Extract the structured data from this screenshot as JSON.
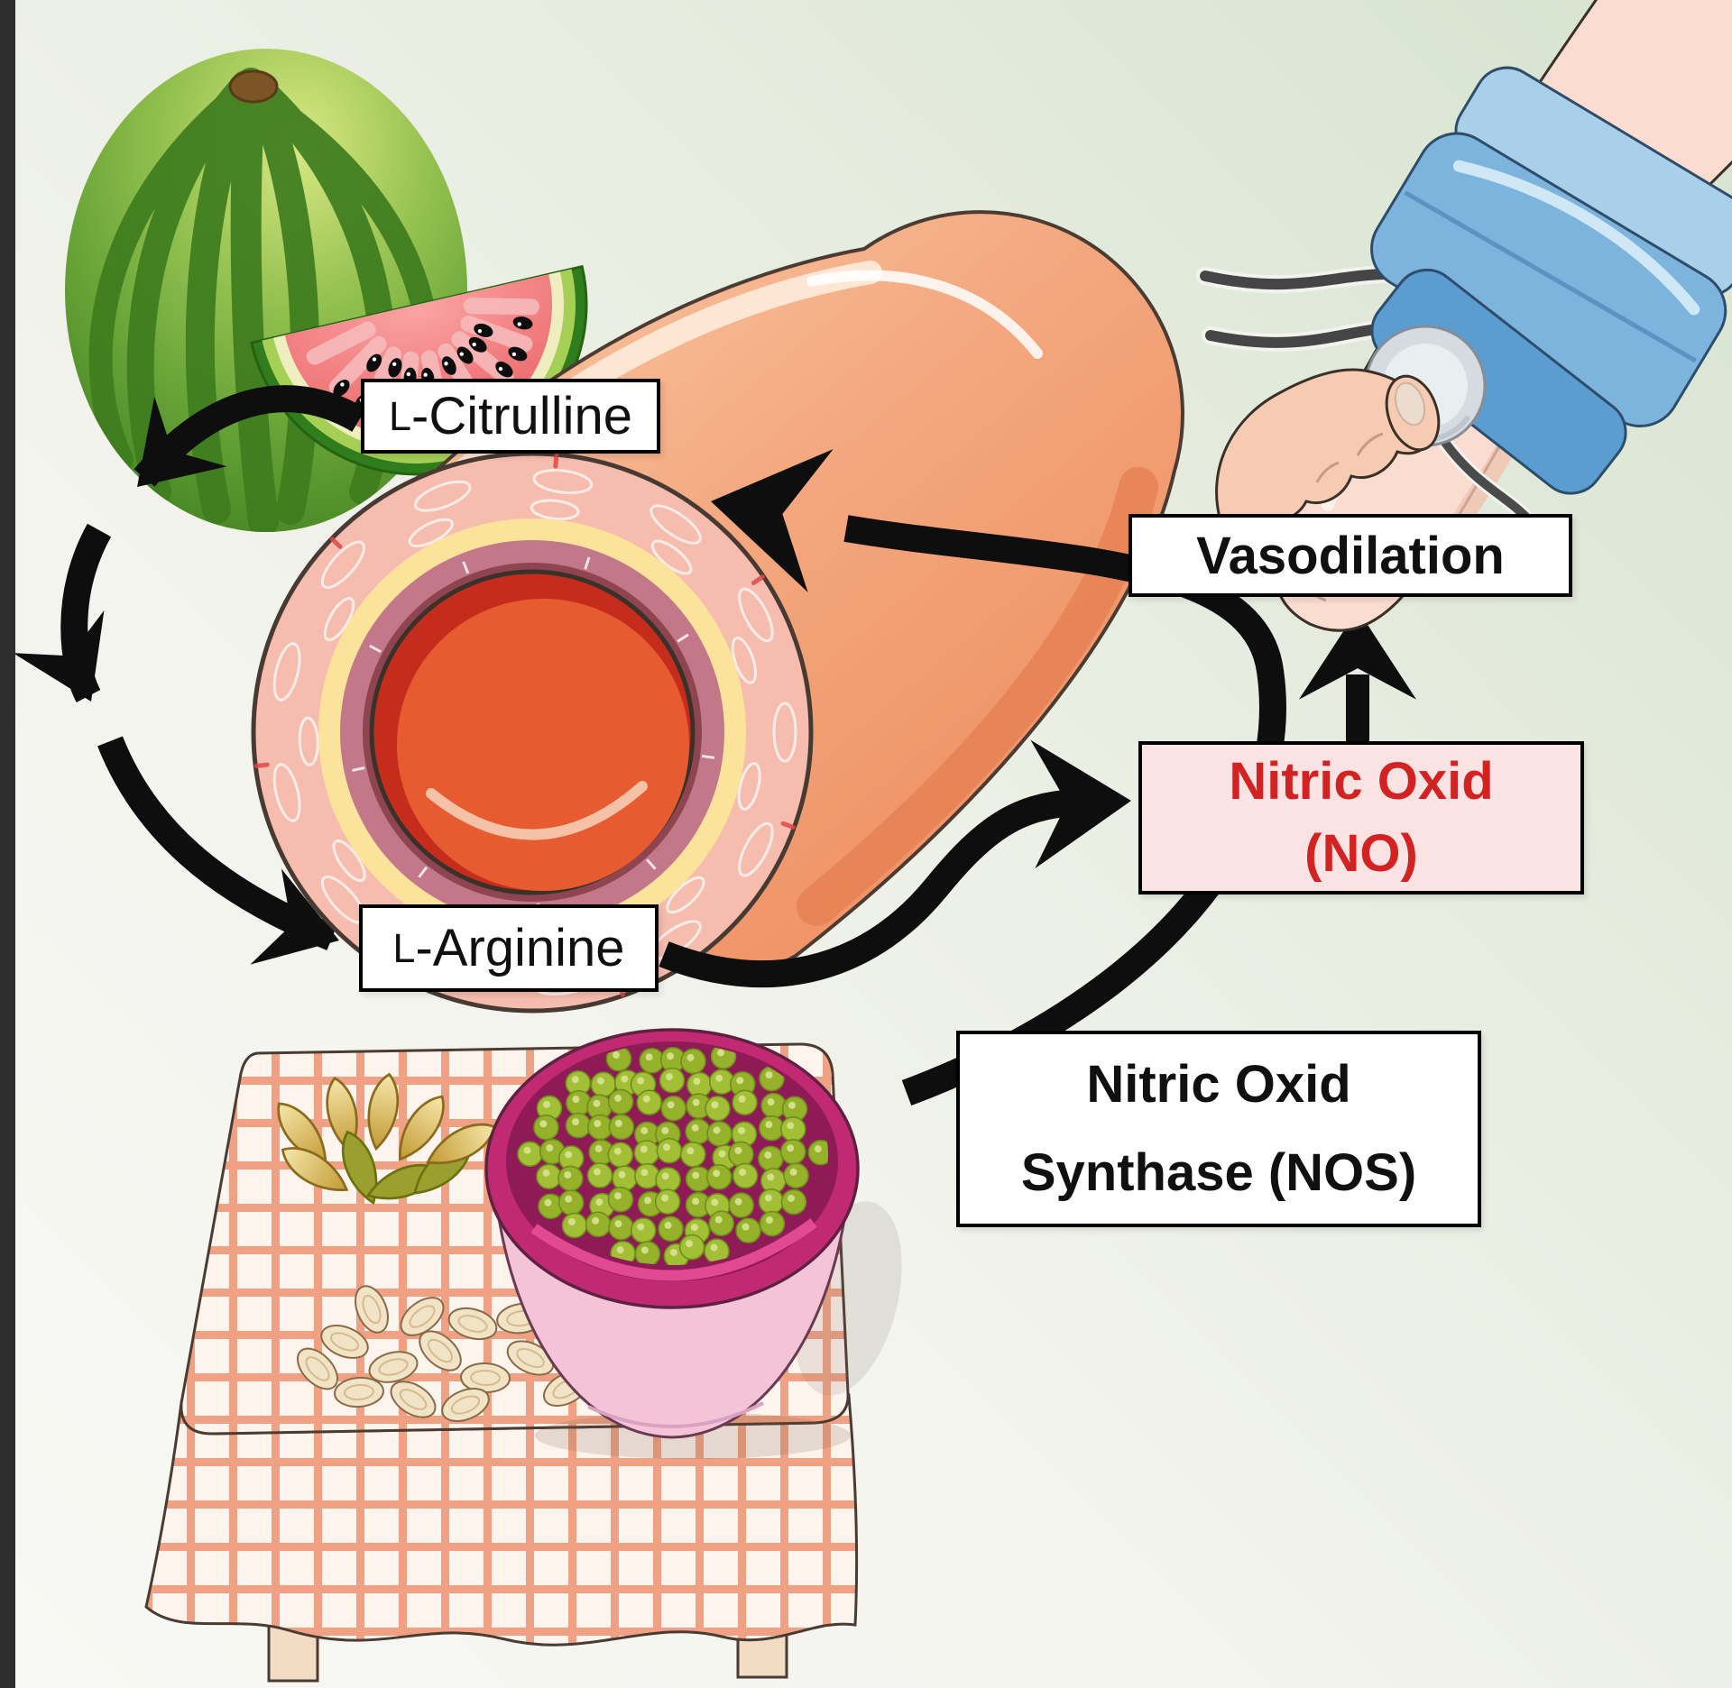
{
  "labels": {
    "citrulline": {
      "prefix": "L",
      "rest": "-Citrulline"
    },
    "arginine": {
      "prefix": "L",
      "rest": "-Arginine"
    },
    "vasodilation": {
      "text": "Vasodilation"
    },
    "nitric_oxide": {
      "line1": "Nitric Oxid",
      "line2": "(NO)"
    },
    "nos": {
      "line1": "Nitric Oxid",
      "line2": "Synthase (NOS)"
    }
  },
  "colors": {
    "arrow": "#0e0e0e",
    "label_border": "#000000",
    "label_background": "#ffffff",
    "nitric_oxide_text": "#d32222",
    "nitric_oxide_background": "#fbe3e3",
    "background_top_right": "#d5e3ce",
    "background_bottom_left": "#f8f8f4",
    "left_edge_bar": "#2d2d2d"
  },
  "illustrations": {
    "watermelon": "watermelon with cut wedge (dietary source of L-Citrulline)",
    "blood_vessel": "blood vessel with layered cross-section",
    "legume_table": "table with pumpkin seeds, peanuts and a bowl of green peas (dietary sources of L-Arginine)",
    "blood_pressure": "arm with blood-pressure cuff and stethoscope (vasodilation measurement)"
  }
}
